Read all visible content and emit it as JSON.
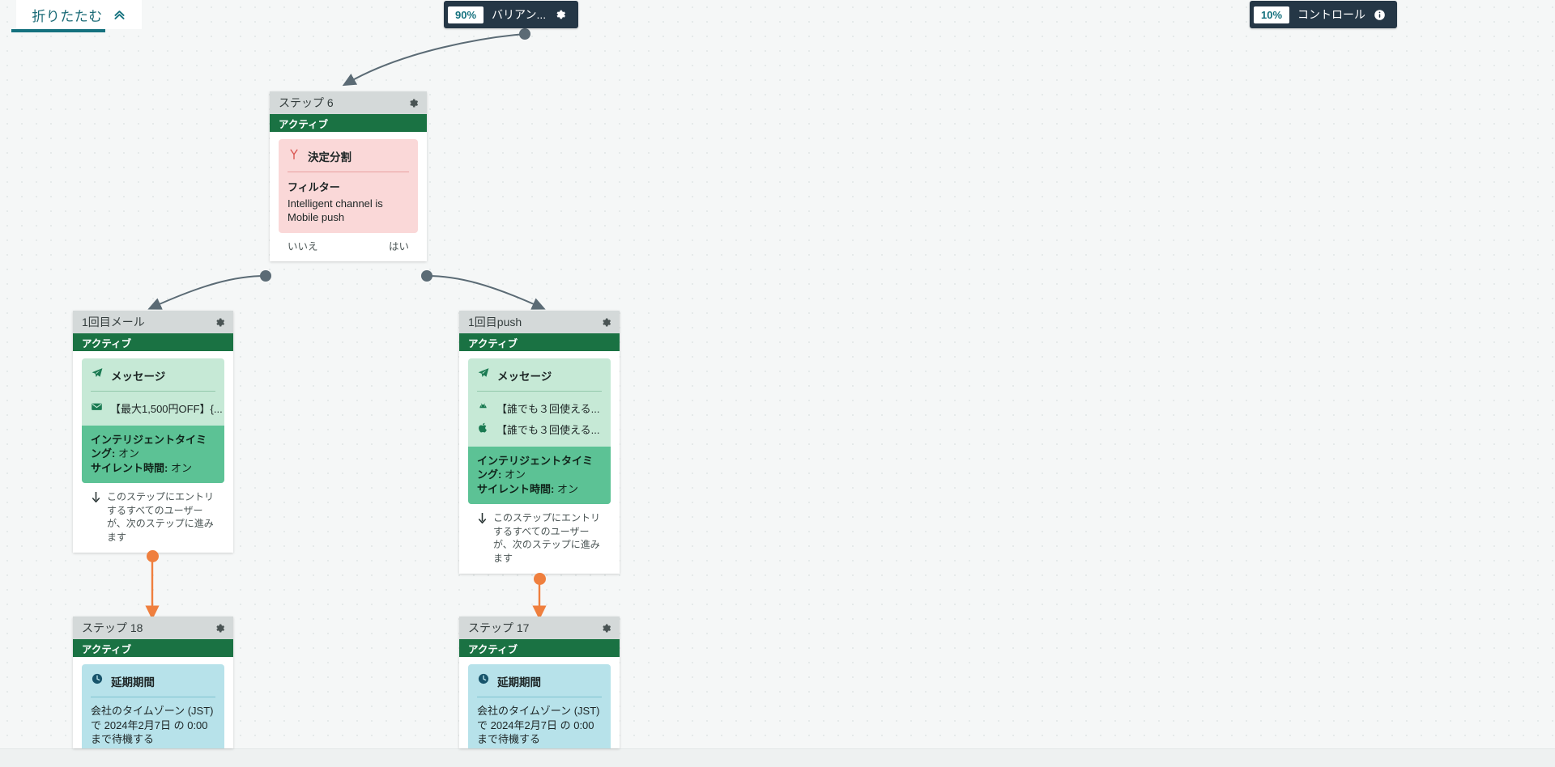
{
  "header": {
    "collapse_label": "折りたたむ",
    "collapse_icon": "double-chevron-up-icon"
  },
  "badges": [
    {
      "id": "variant",
      "percent": "90%",
      "label": "バリアン...",
      "icon": "gear-icon"
    },
    {
      "id": "control",
      "percent": "10%",
      "label": "コントロール",
      "icon": "info-icon"
    }
  ],
  "nodes": [
    {
      "id": "step6",
      "title": "ステップ 6",
      "status": "アクティブ",
      "gear_icon": "gear-icon",
      "card": {
        "type": "decision-split",
        "icon": "decision-split-icon",
        "title": "決定分割",
        "sub_label": "フィルター",
        "filter_text": "Intelligent channel is Mobile push"
      },
      "branches": {
        "left": "いいえ",
        "right": "はい"
      }
    },
    {
      "id": "email1",
      "title": "1回目メール",
      "status": "アクティブ",
      "gear_icon": "gear-icon",
      "card": {
        "type": "message",
        "icon": "paper-plane-icon",
        "title": "メッセージ",
        "channels": [
          {
            "icon": "envelope-icon",
            "text": "【最大1,500円OFF】{..."
          }
        ],
        "timing_label": "インテリジェントタイミング:",
        "timing_value": "オン",
        "silent_label": "サイレント時間:",
        "silent_value": "オン"
      },
      "entry_note": "このステップにエントリするすべてのユーザーが、次のステップに進みます",
      "entry_icon": "arrow-down-icon"
    },
    {
      "id": "push1",
      "title": "1回目push",
      "status": "アクティブ",
      "gear_icon": "gear-icon",
      "card": {
        "type": "message",
        "icon": "paper-plane-icon",
        "title": "メッセージ",
        "channels": [
          {
            "icon": "android-icon",
            "text": "【誰でも３回使える..."
          },
          {
            "icon": "apple-icon",
            "text": "【誰でも３回使える..."
          }
        ],
        "timing_label": "インテリジェントタイミング:",
        "timing_value": "オン",
        "silent_label": "サイレント時間:",
        "silent_value": "オン"
      },
      "entry_note": "このステップにエントリするすべてのユーザーが、次のステップに進みます",
      "entry_icon": "arrow-down-icon"
    },
    {
      "id": "step18",
      "title": "ステップ 18",
      "status": "アクティブ",
      "gear_icon": "gear-icon",
      "card": {
        "type": "delay",
        "icon": "clock-icon",
        "title": "延期期間",
        "delay_text": "会社のタイムゾーン (JST) で 2024年2月7日 の 0:00 まで待機する"
      }
    },
    {
      "id": "step17",
      "title": "ステップ 17",
      "status": "アクティブ",
      "gear_icon": "gear-icon",
      "card": {
        "type": "delay",
        "icon": "clock-icon",
        "title": "延期期間",
        "delay_text": "会社のタイムゾーン (JST) で 2024年2月7日 の 0:00 まで待機する"
      }
    }
  ],
  "colors": {
    "canvas": "#f5f7f7",
    "accent_teal": "#14717e",
    "badge_dark": "#253746",
    "status_green": "#1a7243",
    "split_pink": "#fad8d8",
    "message_green": "#c6e9d6",
    "timing_green": "#5cc295",
    "delay_blue": "#b7e2ea",
    "edge_gray": "#5b6b75",
    "edge_orange": "#ef7f3e",
    "node_header_gray": "#d4d9d9"
  }
}
